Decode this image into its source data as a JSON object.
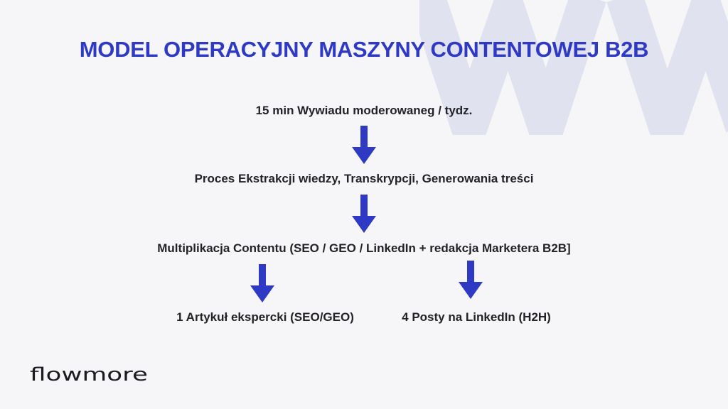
{
  "title": "MODEL OPERACYJNY MASZYNY CONTENTOWEJ B2B",
  "steps": {
    "interview": "15 min Wywiadu moderowaneg / tydz.",
    "process": "Proces Ekstrakcji wiedzy, Transkrypcji, Generowania treści",
    "multiplication": "Multiplikacja Contentu (SEO / GEO / LinkedIn + redakcja Marketera B2B]",
    "article": "1 Artykuł ekspercki (SEO/GEO)",
    "posts": "4 Posty na LinkedIn (H2H)"
  },
  "edges": [
    {
      "from": "interview",
      "to": "process"
    },
    {
      "from": "process",
      "to": "multiplication"
    },
    {
      "from": "multiplication",
      "to": "article"
    },
    {
      "from": "multiplication",
      "to": "posts"
    }
  ],
  "logo": "flowmore",
  "colors": {
    "accent": "#2e39c4",
    "text": "#222228",
    "watermark": "#e1e2ef",
    "background": "#f6f6f8"
  },
  "icons": {
    "arrow": "arrow-down-icon",
    "watermark": "logo-watermark"
  }
}
